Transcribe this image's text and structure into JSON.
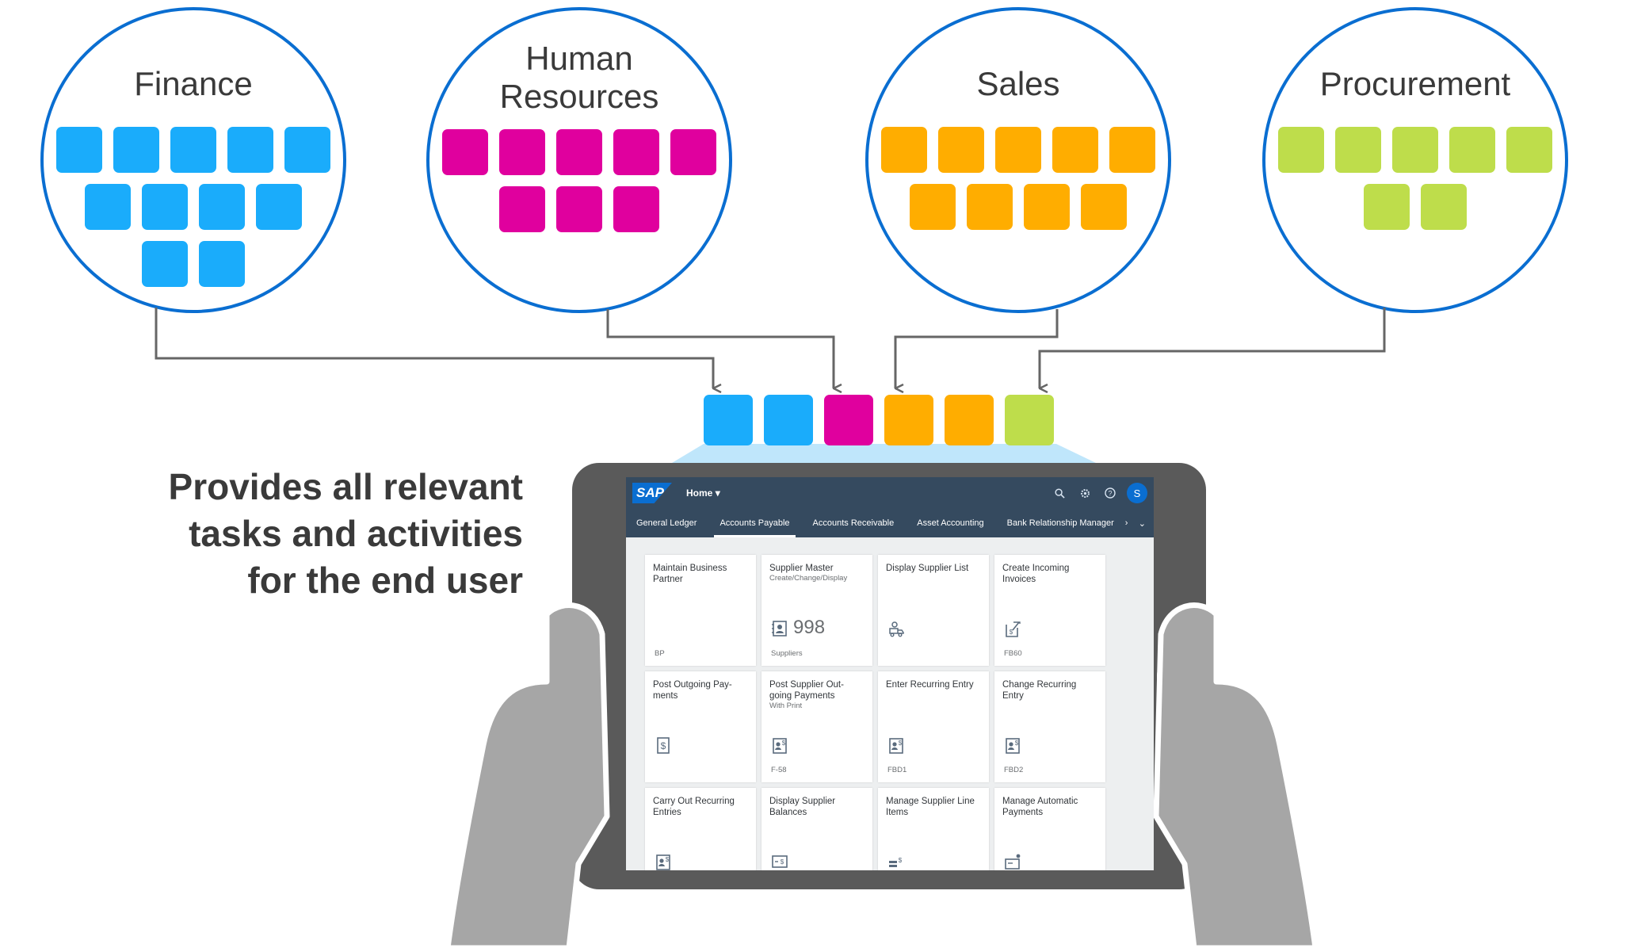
{
  "headline": {
    "lines": [
      "Provides all relevant",
      "tasks and activities",
      "for the end user"
    ]
  },
  "categories": [
    {
      "id": "finance",
      "title_lines": [
        "Finance"
      ],
      "color": "#1aacfb",
      "tile_rows": [
        5,
        4,
        2
      ]
    },
    {
      "id": "hr",
      "title_lines": [
        "Human",
        "Resources"
      ],
      "color": "#e0009e",
      "tile_rows": [
        5,
        3
      ]
    },
    {
      "id": "sales",
      "title_lines": [
        "Sales"
      ],
      "color": "#ffad00",
      "tile_rows": [
        5,
        4
      ]
    },
    {
      "id": "procurement",
      "title_lines": [
        "Procurement"
      ],
      "color": "#bedd4b",
      "tile_rows": [
        5,
        2
      ]
    }
  ],
  "combined_tiles": [
    "#1aacfb",
    "#1aacfb",
    "#e0009e",
    "#ffad00",
    "#ffad00",
    "#bedd4b"
  ],
  "colors": {
    "circle_stroke": "#0a6ed1",
    "connector": "#666666",
    "shell": "#354a5f",
    "tablet": "#5a5a5a",
    "hand": "#a6a6a6",
    "beam": "#bfe6fb"
  },
  "launchpad": {
    "logo": "SAP",
    "home_label": "Home",
    "user_initial": "S",
    "tabs": [
      "General Ledger",
      "Accounts Payable",
      "Accounts Receivable",
      "Asset Accounting",
      "Bank Relationship Manager"
    ],
    "active_tab": 1,
    "tiles": [
      {
        "title": "Maintain Business Partner",
        "subtitle": "",
        "footer": "BP",
        "icon": "",
        "number": ""
      },
      {
        "title": "Supplier Master",
        "subtitle": "Create/Change/Display",
        "footer": "Suppliers",
        "icon": "contacts-icon",
        "number": "998"
      },
      {
        "title": "Display Supplier List",
        "subtitle": "",
        "footer": "",
        "icon": "supplier-truck-icon",
        "number": ""
      },
      {
        "title": "Create Incoming Invoices",
        "subtitle": "",
        "footer": "FB60",
        "icon": "edit-invoice-icon",
        "number": ""
      },
      {
        "title": "Post Outgoing Pay-ments",
        "subtitle": "",
        "footer": "",
        "icon": "dollar-document-icon",
        "number": ""
      },
      {
        "title": "Post Supplier Out-going Payments",
        "subtitle": "With Print",
        "footer": "F-58",
        "icon": "supplier-payment-icon",
        "number": ""
      },
      {
        "title": "Enter Recurring Entry",
        "subtitle": "",
        "footer": "FBD1",
        "icon": "supplier-payment-icon",
        "number": ""
      },
      {
        "title": "Change Recurring Entry",
        "subtitle": "",
        "footer": "FBD2",
        "icon": "supplier-payment-icon",
        "number": ""
      },
      {
        "title": "Carry Out Recurring Entries",
        "subtitle": "",
        "footer": "",
        "icon": "supplier-payment-icon",
        "number": ""
      },
      {
        "title": "Display Supplier Balances",
        "subtitle": "",
        "footer": "",
        "icon": "balance-icon",
        "number": ""
      },
      {
        "title": "Manage Supplier Line Items",
        "subtitle": "",
        "footer": "",
        "icon": "line-items-icon",
        "number": ""
      },
      {
        "title": "Manage Automatic Payments",
        "subtitle": "",
        "footer": "",
        "icon": "auto-payment-icon",
        "number": ""
      }
    ]
  }
}
